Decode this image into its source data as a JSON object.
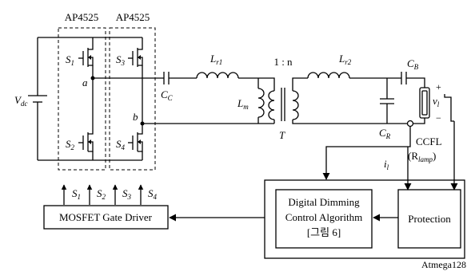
{
  "ic_labels": {
    "left": "AP4525",
    "right": "AP4525"
  },
  "components": {
    "vdc": "V",
    "vdc_sub": "dc",
    "s1": "S",
    "s1_sub": "1",
    "s2": "S",
    "s2_sub": "2",
    "s3": "S",
    "s3_sub": "3",
    "s4": "S",
    "s4_sub": "4",
    "node_a": "a",
    "node_b": "b",
    "cc": "C",
    "cc_sub": "C",
    "lr1": "L",
    "lr1_sub": "r1",
    "lm": "L",
    "lm_sub": "m",
    "ratio": "1 : n",
    "transformer": "T",
    "lr2": "L",
    "lr2_sub": "r2",
    "cb": "C",
    "cb_sub": "B",
    "cr": "C",
    "cr_sub": "R",
    "vl": "v",
    "vl_sub": "l",
    "plus": "+",
    "minus": "−",
    "il": "i",
    "il_sub": "l",
    "ccfl": "CCFL",
    "rlamp_open": "(R",
    "rlamp_sub": "lamp",
    "rlamp_close": ")"
  },
  "gate_signals": [
    {
      "name": "S",
      "sub": "1"
    },
    {
      "name": "S",
      "sub": "2"
    },
    {
      "name": "S",
      "sub": "3"
    },
    {
      "name": "S",
      "sub": "4"
    }
  ],
  "blocks": {
    "gate_driver": "MOSFET Gate Driver",
    "dimming_line1": "Digital Dimming",
    "dimming_line2": "Control Algorithm",
    "dimming_line3": "[그림 6]",
    "protection": "Protection",
    "mcu": "Atmega128"
  }
}
